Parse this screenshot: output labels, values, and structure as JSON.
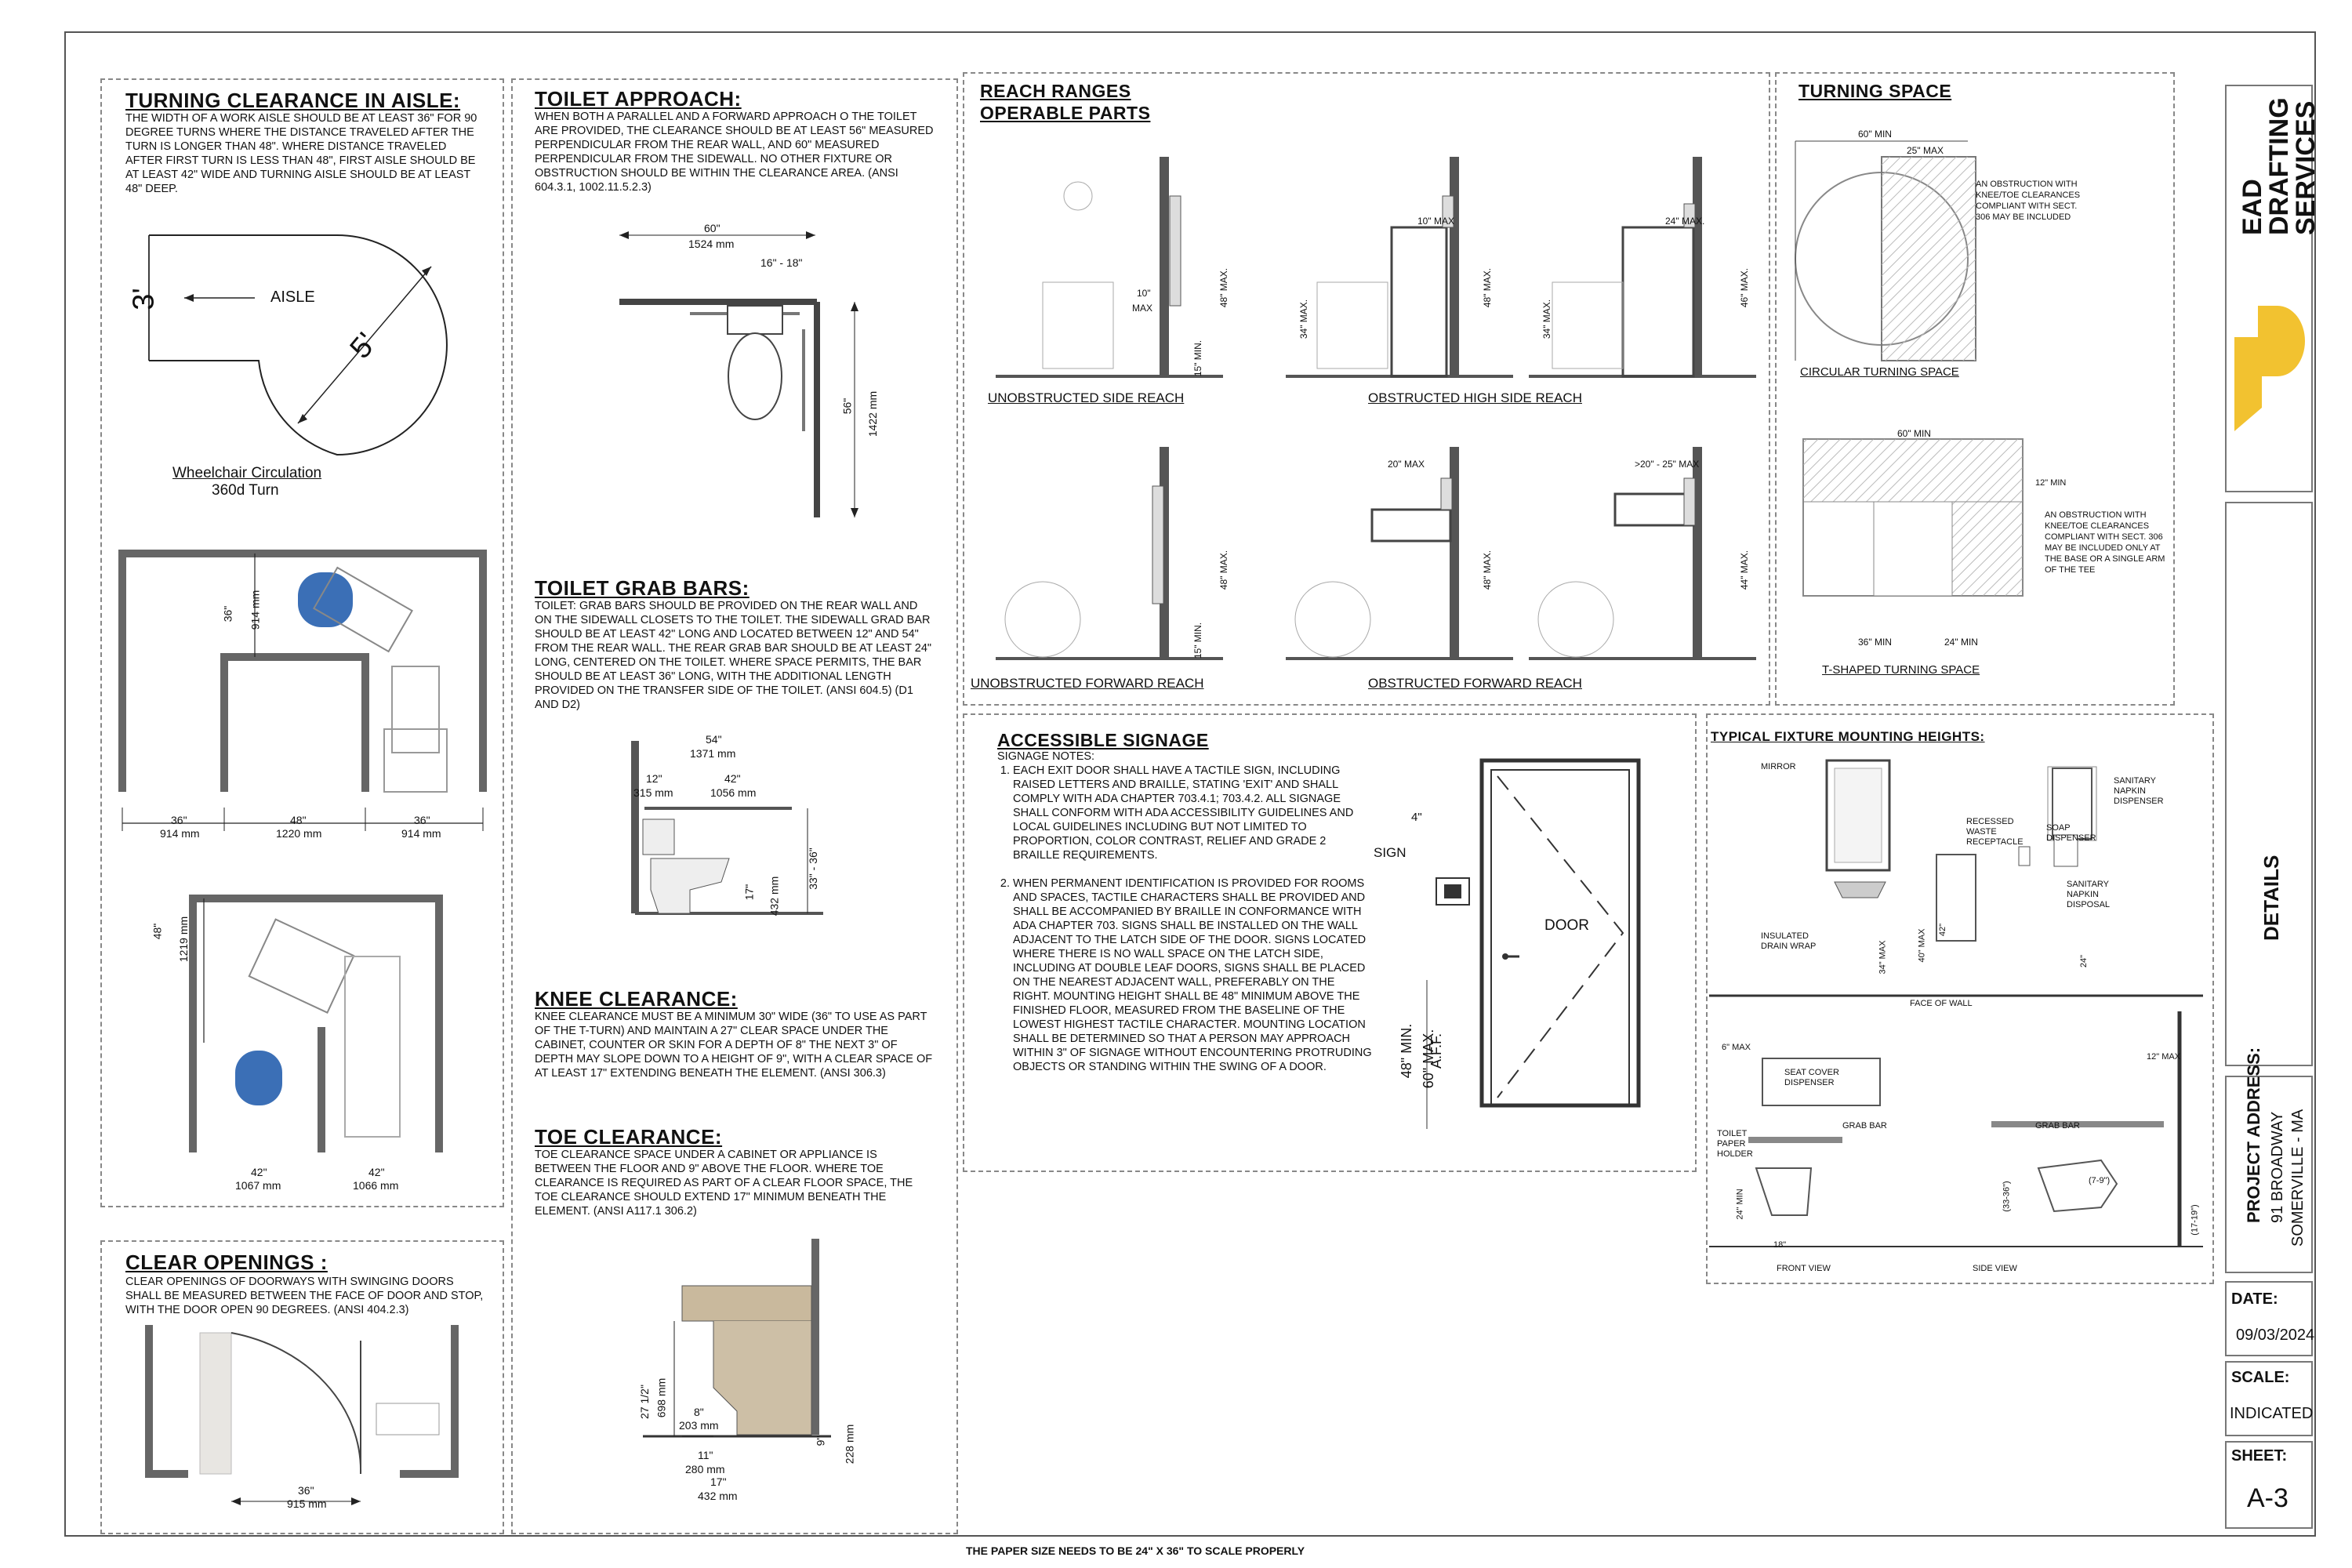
{
  "footer_note": "THE PAPER SIZE NEEDS TO BE 24\" X 36\" TO SCALE PROPERLY",
  "title_block": {
    "company_line1": "EAD",
    "company_line2": "DRAFTING",
    "company_line3": "SERVICES",
    "sheet_title": "DETAILS",
    "project_label": "PROJECT ADDRESS:",
    "project_address_line1": "91 BROADWAY",
    "project_address_line2": "SOMERVILLE - MA",
    "date_label": "DATE:",
    "date_value": "09/03/2024",
    "scale_label": "SCALE:",
    "scale_value": "INDICATED",
    "sheet_label": "SHEET:",
    "sheet_value": "A-3",
    "logo_color": "#f2c230"
  },
  "turning_aisle": {
    "title": "TURNING CLEARANCE IN AISLE:",
    "text": "THE WIDTH OF A WORK AISLE SHOULD BE AT LEAST 36\" FOR 90 DEGREE TURNS WHERE THE DISTANCE TRAVELED AFTER THE TURN IS LONGER THAN 48\". WHERE DISTANCE TRAVELED AFTER FIRST TURN IS LESS THAN 48\", FIRST AISLE SHOULD BE AT LEAST 42\" WIDE AND TURNING AISLE SHOULD BE AT LEAST 48\" DEEP.",
    "dim_3ft": "3'",
    "dim_5ft": "5'",
    "aisle_label": "AISLE",
    "caption_line1": "Wheelchair Circulation",
    "caption_line2": "360d Turn",
    "d1a": "36\"",
    "d1b": "914 mm",
    "d2a": "48\"",
    "d2b": "1220 mm",
    "d3a": "36\"",
    "d3b": "914 mm",
    "d4a": "36\"",
    "d4b": "914 mm",
    "d5a": "48\"",
    "d5b": "1219 mm",
    "d6a": "42\"",
    "d6b": "1067 mm",
    "d7a": "42\"",
    "d7b": "1066 mm"
  },
  "clear_openings": {
    "title": "CLEAR OPENINGS :",
    "text": "CLEAR OPENINGS OF DOORWAYS WITH SWINGING DOORS SHALL BE MEASURED BETWEEN THE FACE OF DOOR AND STOP, WITH THE DOOR OPEN 90 DEGREES. (ANSI 404.2.3)",
    "d1a": "36\"",
    "d1b": "915 mm"
  },
  "toilet_approach": {
    "title": "TOILET APPROACH:",
    "text": "WHEN BOTH A PARALLEL AND A FORWARD APPROACH O THE TOILET ARE PROVIDED, THE CLEARANCE SHOULD BE AT LEAST 56\" MEASURED PERPENDICULAR FROM THE REAR WALL, AND 60\" MEASURED PERPENDICULAR FROM THE SIDEWALL. NO OTHER FIXTURE OR OBSTRUCTION SHOULD BE WITHIN THE CLEARANCE AREA. (ANSI 604.3.1, 1002.11.5.2.3)",
    "d1a": "60\"",
    "d1b": "1524 mm",
    "d2": "16\" - 18\"",
    "d3a": "56\"",
    "d3b": "1422 mm"
  },
  "grab_bars": {
    "title": "TOILET GRAB BARS:",
    "text": "TOILET: GRAB BARS SHOULD BE PROVIDED ON THE REAR WALL AND ON THE SIDEWALL CLOSETS TO THE TOILET. THE SIDEWALL GRAD BAR SHOULD BE AT LEAST 42\" LONG AND LOCATED BETWEEN 12\" AND 54\" FROM THE REAR WALL. THE REAR GRAB BAR SHOULD BE AT LEAST 24\" LONG, CENTERED ON THE TOILET. WHERE SPACE PERMITS, THE BAR SHOULD BE AT LEAST 36\" LONG, WITH THE ADDITIONAL LENGTH PROVIDED ON THE TRANSFER SIDE OF THE TOILET. (ANSI 604.5) (d1 AND d2)",
    "d1a": "54\"",
    "d1b": "1371 mm",
    "d2a": "12\"",
    "d2b": "315 mm",
    "d3a": "42\"",
    "d3b": "1056 mm",
    "d4": "33\" - 36\"",
    "d5a": "17\"",
    "d5b": "432 mm"
  },
  "knee_clearance": {
    "title": "KNEE CLEARANCE:",
    "text": "KNEE CLEARANCE MUST BE A MINIMUM 30\" WIDE (36\" TO USE AS PART OF THE T-TURN) AND MAINTAIN A 27\" CLEAR SPACE UNDER THE CABINET, COUNTER OR SKIN FOR A DEPTH OF 8\" THE NEXT 3\" OF DEPTH MAY SLOPE DOWN TO A HEIGHT OF 9\", WITH A CLEAR SPACE OF AT LEAST 17\" EXTENDING BENEATH THE ELEMENT. (ANSI 306.3)"
  },
  "toe_clearance": {
    "title": "TOE CLEARANCE:",
    "text": "TOE CLEARANCE SPACE UNDER A CABINET OR APPLIANCE IS BETWEEN THE FLOOR AND 9\" ABOVE THE FLOOR. WHERE TOE CLEARANCE IS REQUIRED AS PART OF A CLEAR FLOOR SPACE, THE TOE CLEARANCE SHOULD EXTEND 17\" MINIMUM BENEATH THE ELEMENT. (ANSI A117.1 306.2)",
    "d1a": "27 1/2\"",
    "d1b": "698 mm",
    "d2a": "8\"",
    "d2b": "203 mm",
    "d3a": "11\"",
    "d3b": "280 mm",
    "d4a": "17\"",
    "d4b": "432 mm",
    "d5a": "9\"",
    "d5b": "228 mm"
  },
  "reach_ranges": {
    "title_line1": "REACH RANGES",
    "title_line2": "OPERABLE PARTS",
    "cap1": "UNOBSTRUCTED SIDE REACH",
    "cap2": "OBSTRUCTED HIGH SIDE REACH",
    "cap3": "UNOBSTRUCTED FORWARD REACH",
    "cap4": "OBSTRUCTED FORWARD REACH",
    "d_10": "10\"",
    "d_max": "MAX",
    "d_48max": "48\" MAX.",
    "d_15min": "15\" MIN.",
    "d_10max": "10\" MAX",
    "d_24max": "24\" MAX.",
    "d_34max": "34\" MAX.",
    "d_46max": "46\" MAX.",
    "d_20max": "20\" MAX",
    "d_20_25": ">20\" - 25\" MAX",
    "d_44max": "44\" MAX."
  },
  "turning_space": {
    "title": "TURNING SPACE",
    "cap1": "CIRCULAR TURNING SPACE",
    "cap2": "T-SHAPED TURNING SPACE",
    "note1": "AN OBSTRUCTION WITH KNEE/TOE CLEARANCES COMPLIANT WITH SECT. 306 MAY BE INCLUDED",
    "note2": "AN OBSTRUCTION WITH KNEE/TOE CLEARANCES COMPLIANT WITH SECT. 306 MAY BE INCLUDED ONLY AT THE BASE OR A SINGLE ARM OF THE TEE",
    "d_60min": "60\" MIN",
    "d_25max": "25\" MAX",
    "d_12min": "12\" MIN",
    "d_36min": "36\" MIN",
    "d_24min": "24\" MIN"
  },
  "signage": {
    "title": "ACCESSIBLE SIGNAGE",
    "subtitle": "SIGNAGE NOTES:",
    "note1": "EACH EXIT DOOR SHALL HAVE A TACTILE SIGN, INCLUDING RAISED LETTERS AND BRAILLE, STATING 'EXIT' AND SHALL COMPLY WITH ADA CHAPTER 703.4.1; 703.4.2. ALL SIGNAGE SHALL CONFORM WITH ADA ACCESSIBILITY GUIDELINES AND LOCAL GUIDELINES INCLUDING BUT NOT LIMITED TO PROPORTION, COLOR CONTRAST, RELIEF AND GRADE 2 BRAILLE REQUIREMENTS.",
    "note2": "WHEN PERMANENT IDENTIFICATION IS PROVIDED FOR ROOMS AND SPACES, TACTILE CHARACTERS SHALL BE PROVIDED AND SHALL BE ACCOMPANIED BY BRAILLE IN CONFORMANCE WITH ADA CHAPTER 703. SIGNS SHALL BE INSTALLED ON THE WALL ADJACENT TO THE LATCH SIDE OF THE DOOR. SIGNS LOCATED WHERE THERE IS NO WALL SPACE ON THE LATCH SIDE, INCLUDING AT DOUBLE LEAF DOORS, SIGNS SHALL BE PLACED ON THE NEAREST ADJACENT WALL, PREFERABLY ON THE RIGHT. MOUNTING HEIGHT SHALL BE 48\" MINIMUM ABOVE THE FINISHED FLOOR, MEASURED FROM THE BASELINE OF THE LOWEST HIGHEST TACTILE CHARACTER. MOUNTING LOCATION SHALL BE DETERMINED SO THAT A PERSON MAY APPROACH WITHIN 3\" OF SIGNAGE WITHOUT ENCOUNTERING PROTRUDING OBJECTS OR STANDING WITHIN THE SWING OF A DOOR.",
    "door_label": "DOOR",
    "sign_label": "SIGN",
    "d_4": "4\"",
    "d_48min": "48\" MIN.",
    "d_60max": "60\" MAX.",
    "d_aff": "A.F.F."
  },
  "fixture_heights": {
    "title": "TYPICAL FIXTURE MOUNTING HEIGHTS:",
    "mirror": "MIRROR",
    "recessed": "RECESSED WASTE RECEPTACLE",
    "soap": "SOAP DISPENSER",
    "napkin_disp": "SANITARY NAPKIN DISPENSER",
    "napkin_disposal": "SANITARY NAPKIN DISPOSAL",
    "drain_wrap": "INSULATED DRAIN WRAP",
    "face_of_wall": "FACE OF WALL",
    "seat_cover": "SEAT COVER DISPENSER",
    "grab_bar": "GRAB BAR",
    "grab_bar2": "GRAB BAR",
    "toilet_paper": "TOILET PAPER HOLDER",
    "front_view": "FRONT VIEW",
    "side_view": "SIDE VIEW",
    "d_34max": "34\" MAX",
    "d_40max": "40\" MAX",
    "d_42": "42\"",
    "d_24": "24\"",
    "d_6max": "6\" MAX",
    "d_12max": "12\" MAX",
    "d_18": "18\"",
    "d_24min": "24\" MIN",
    "d_33_36": "(33-36\")",
    "d_7_9": "(7-9\")",
    "d_17_19": "(17-19\")"
  }
}
